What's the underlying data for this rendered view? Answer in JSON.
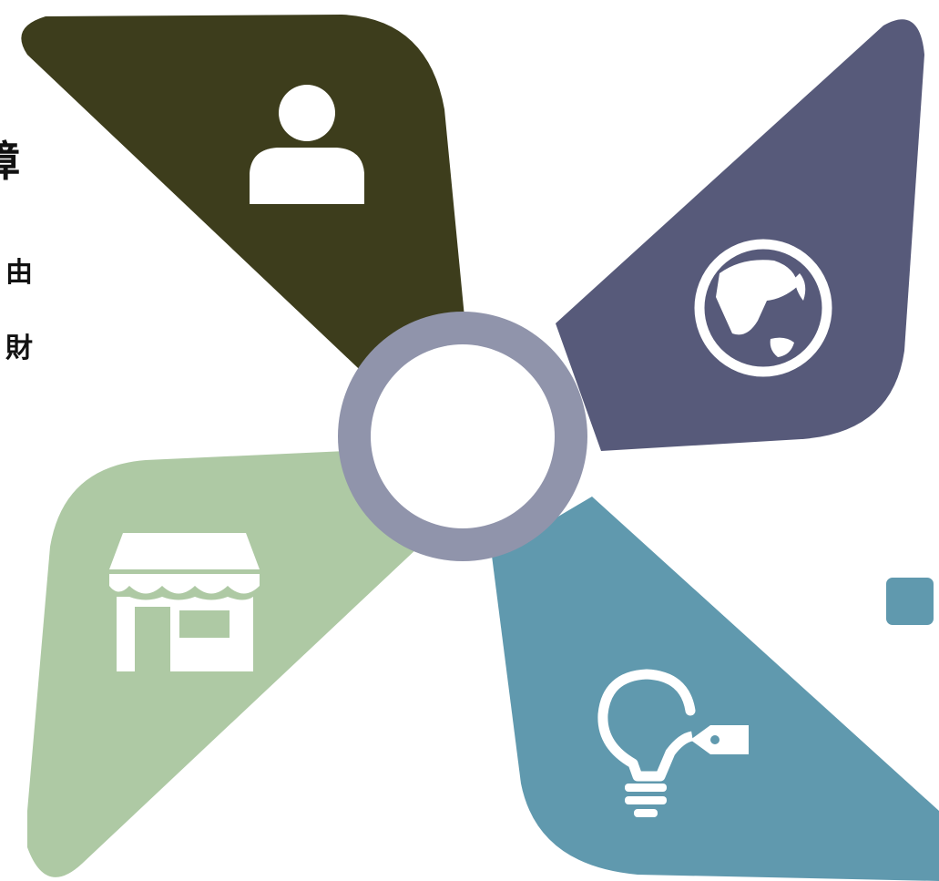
{
  "text_fragments": {
    "title": "障",
    "line1": "由",
    "line2": "財"
  },
  "colors": {
    "top_left_blade": "#3d3d1c",
    "top_right_blade": "#575a7a",
    "bottom_right_blade": "#6099ae",
    "bottom_left_blade": "#aec9a4",
    "center_ring": "#9094ab",
    "center_fill": "#ffffff",
    "icon": "#ffffff",
    "legend_square": "#6099ae"
  },
  "blades": [
    {
      "id": "person",
      "icon": "person-icon"
    },
    {
      "id": "globe",
      "icon": "globe-icon"
    },
    {
      "id": "idea",
      "icon": "lightbulb-tag-icon"
    },
    {
      "id": "store",
      "icon": "storefront-icon"
    }
  ]
}
